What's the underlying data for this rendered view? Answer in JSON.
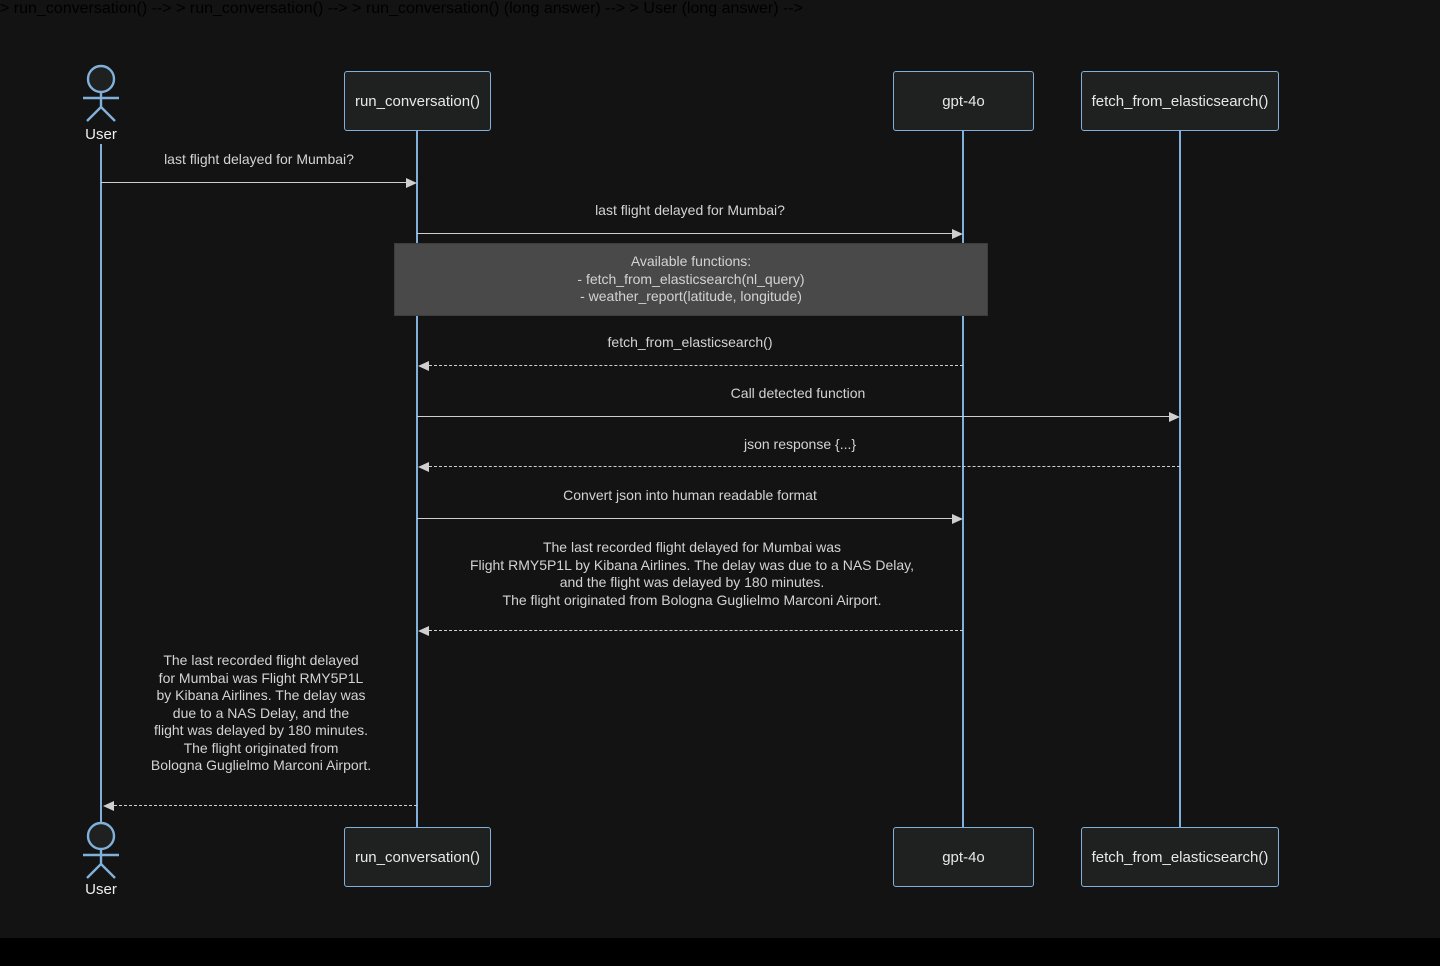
{
  "diagram": {
    "type": "sequence-diagram",
    "participants": [
      {
        "id": "user",
        "kind": "actor",
        "label": "User"
      },
      {
        "id": "run_conversation",
        "kind": "participant",
        "label": "run_conversation()"
      },
      {
        "id": "gpt-4o",
        "kind": "participant",
        "label": "gpt-4o"
      },
      {
        "id": "fetch_from_elasticsearch",
        "kind": "participant",
        "label": "fetch_from_elasticsearch()"
      }
    ],
    "messages": [
      {
        "from": "User",
        "to": "run_conversation()",
        "style": "solid",
        "text": "last flight delayed for Mumbai?"
      },
      {
        "from": "run_conversation()",
        "to": "gpt-4o",
        "style": "solid",
        "text": "last flight delayed for Mumbai?"
      },
      {
        "from": "gpt-4o",
        "to": "run_conversation()",
        "style": "dashed",
        "text": "fetch_from_elasticsearch()"
      },
      {
        "from": "run_conversation()",
        "to": "fetch_from_elasticsearch()",
        "style": "solid",
        "text": "Call detected function"
      },
      {
        "from": "fetch_from_elasticsearch()",
        "to": "run_conversation()",
        "style": "dashed",
        "text": "json response {...}"
      },
      {
        "from": "run_conversation()",
        "to": "gpt-4o",
        "style": "solid",
        "text": "Convert json into human readable format"
      },
      {
        "from": "gpt-4o",
        "to": "run_conversation()",
        "style": "dashed",
        "text": "The last recorded flight delayed for Mumbai was\nFlight RMY5P1L by Kibana Airlines. The delay was due to a NAS Delay,\nand the flight was delayed by 180 minutes.\nThe flight originated from Bologna Guglielmo Marconi Airport."
      },
      {
        "from": "run_conversation()",
        "to": "User",
        "style": "dashed",
        "text": "The last recorded flight delayed\nfor Mumbai was Flight RMY5P1L\nby Kibana Airlines. The delay was\ndue to a NAS Delay, and the\nflight was delayed by 180 minutes.\nThe flight originated from\nBologna Guglielmo Marconi Airport."
      }
    ],
    "note": {
      "over": [
        "run_conversation()",
        "gpt-4o"
      ],
      "text": "Available functions:\n- fetch_from_elasticsearch(nl_query)\n- weather_report(latitude, longitude)"
    }
  },
  "colors": {
    "background": "#131313",
    "bottom_bar": "#000000",
    "accent_blue": "#81b1db",
    "participant_bg": "#1f2020",
    "signal": "#cfcfcf",
    "text": "#d3d3d3",
    "note_bg": "#494949"
  }
}
